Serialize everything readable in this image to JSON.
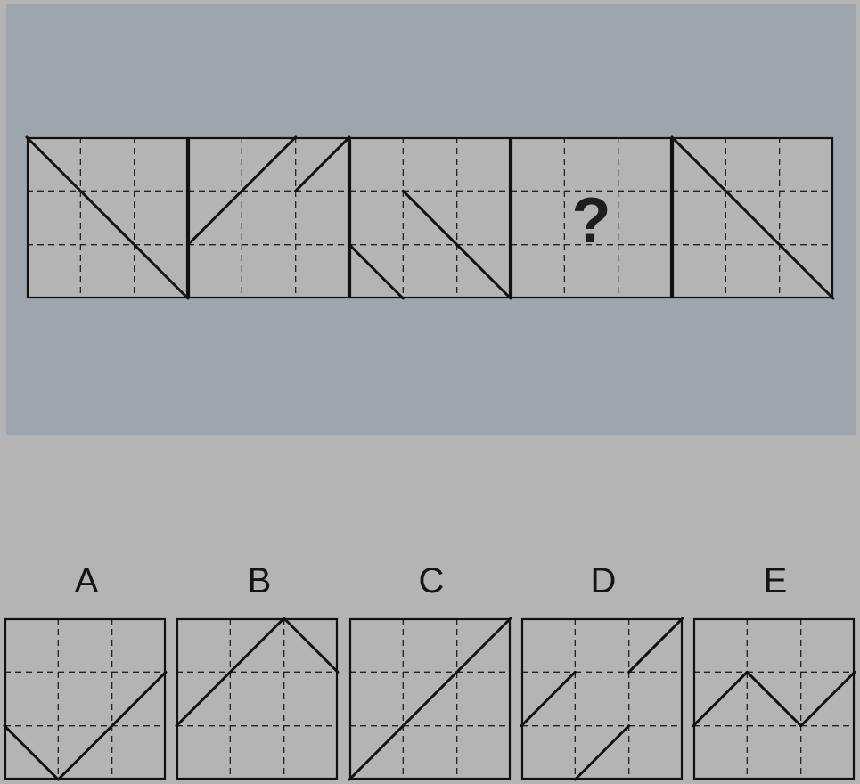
{
  "sequence": {
    "cells": [
      {
        "id": 1,
        "lines": [
          [
            0,
            0,
            3,
            3
          ]
        ]
      },
      {
        "id": 2,
        "lines": [
          [
            0,
            2,
            2,
            0
          ],
          [
            2,
            1,
            3,
            0
          ]
        ]
      },
      {
        "id": 3,
        "lines": [
          [
            1,
            1,
            3,
            3
          ],
          [
            0,
            2,
            1,
            3
          ]
        ]
      },
      {
        "id": 4,
        "question": "?"
      },
      {
        "id": 5,
        "lines": [
          [
            0,
            0,
            3,
            3
          ]
        ]
      }
    ]
  },
  "options": [
    {
      "label": "A",
      "lines": [
        [
          0,
          2,
          1,
          3
        ],
        [
          1,
          3,
          3,
          1
        ]
      ]
    },
    {
      "label": "B",
      "lines": [
        [
          0,
          2,
          2,
          0
        ],
        [
          2,
          0,
          3,
          1
        ]
      ]
    },
    {
      "label": "C",
      "lines": [
        [
          0,
          3,
          3,
          0
        ]
      ]
    },
    {
      "label": "D",
      "lines": [
        [
          0,
          2,
          1,
          1
        ],
        [
          2,
          1,
          3,
          0
        ],
        [
          1,
          3,
          2,
          2
        ]
      ]
    },
    {
      "label": "E",
      "lines": [
        [
          0,
          2,
          1,
          1
        ],
        [
          1,
          1,
          2,
          2
        ],
        [
          2,
          2,
          3,
          1
        ]
      ]
    }
  ],
  "colors": {
    "line": "#111111",
    "grid_dash": "#222222",
    "cell_bg": "#b4b4b4",
    "question_bg": "#9ea5ac"
  }
}
